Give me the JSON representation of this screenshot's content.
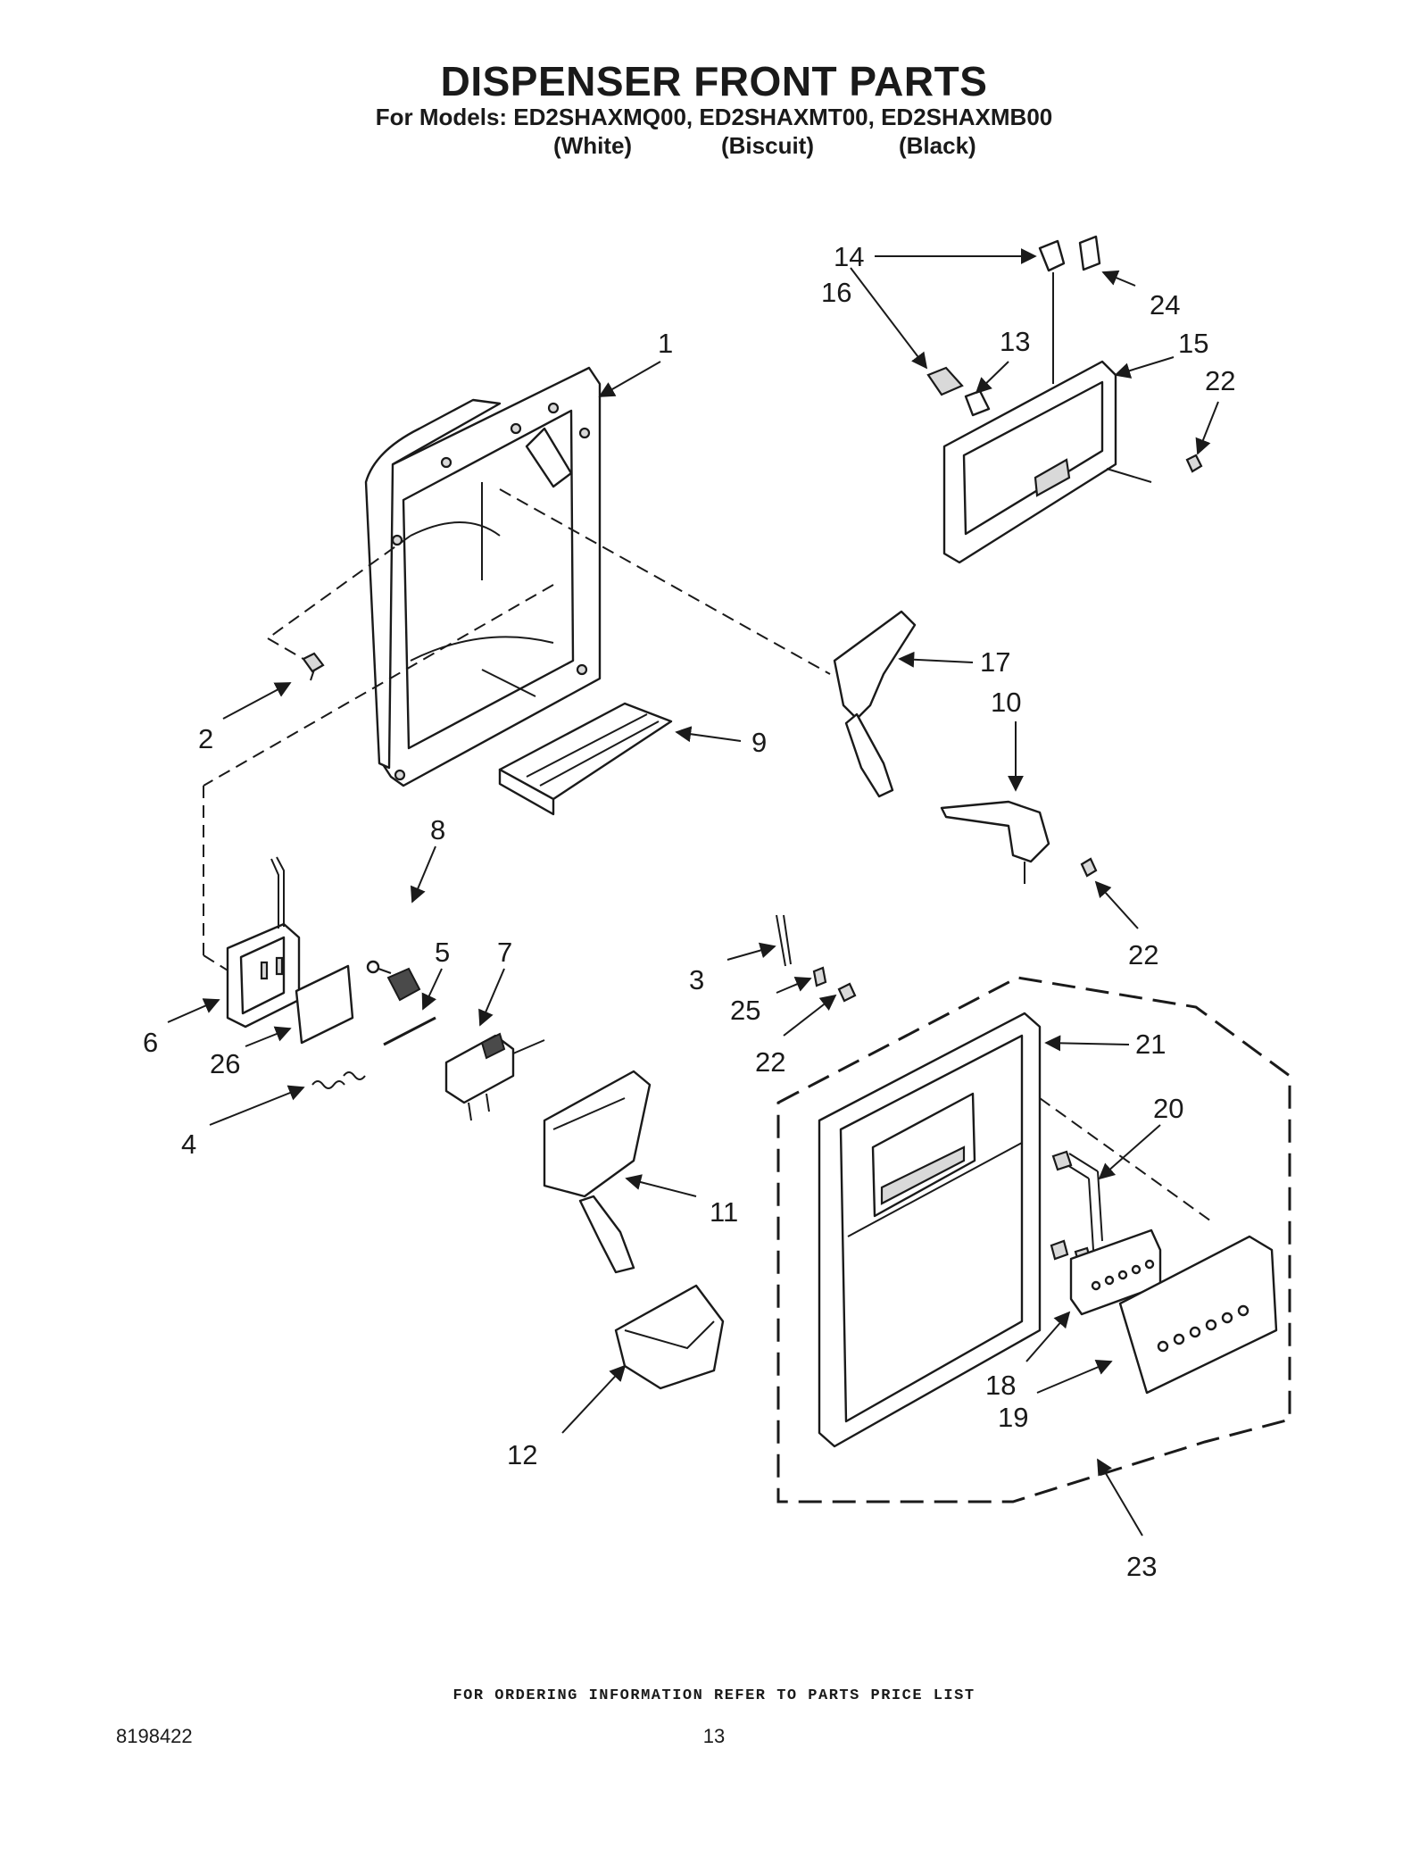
{
  "header": {
    "title": "DISPENSER FRONT PARTS",
    "models": "For Models: ED2SHAXMQ00, ED2SHAXMT00, ED2SHAXMB00",
    "colors": [
      "(White)",
      "(Biscuit)",
      "(Black)"
    ]
  },
  "callouts": {
    "c1": "1",
    "c2": "2",
    "c3": "3",
    "c4": "4",
    "c5": "5",
    "c6": "6",
    "c7": "7",
    "c8": "8",
    "c9": "9",
    "c10": "10",
    "c11": "11",
    "c12": "12",
    "c13": "13",
    "c14": "14",
    "c15": "15",
    "c16": "16",
    "c17": "17",
    "c18": "18",
    "c19": "19",
    "c20": "20",
    "c21": "21",
    "c22a": "22",
    "c22b": "22",
    "c22c": "22",
    "c23": "23",
    "c24": "24",
    "c25": "25",
    "c26": "26"
  },
  "footer": {
    "note": "FOR ORDERING INFORMATION REFER TO PARTS PRICE LIST",
    "doc_number": "8198422",
    "page_number": "13"
  }
}
